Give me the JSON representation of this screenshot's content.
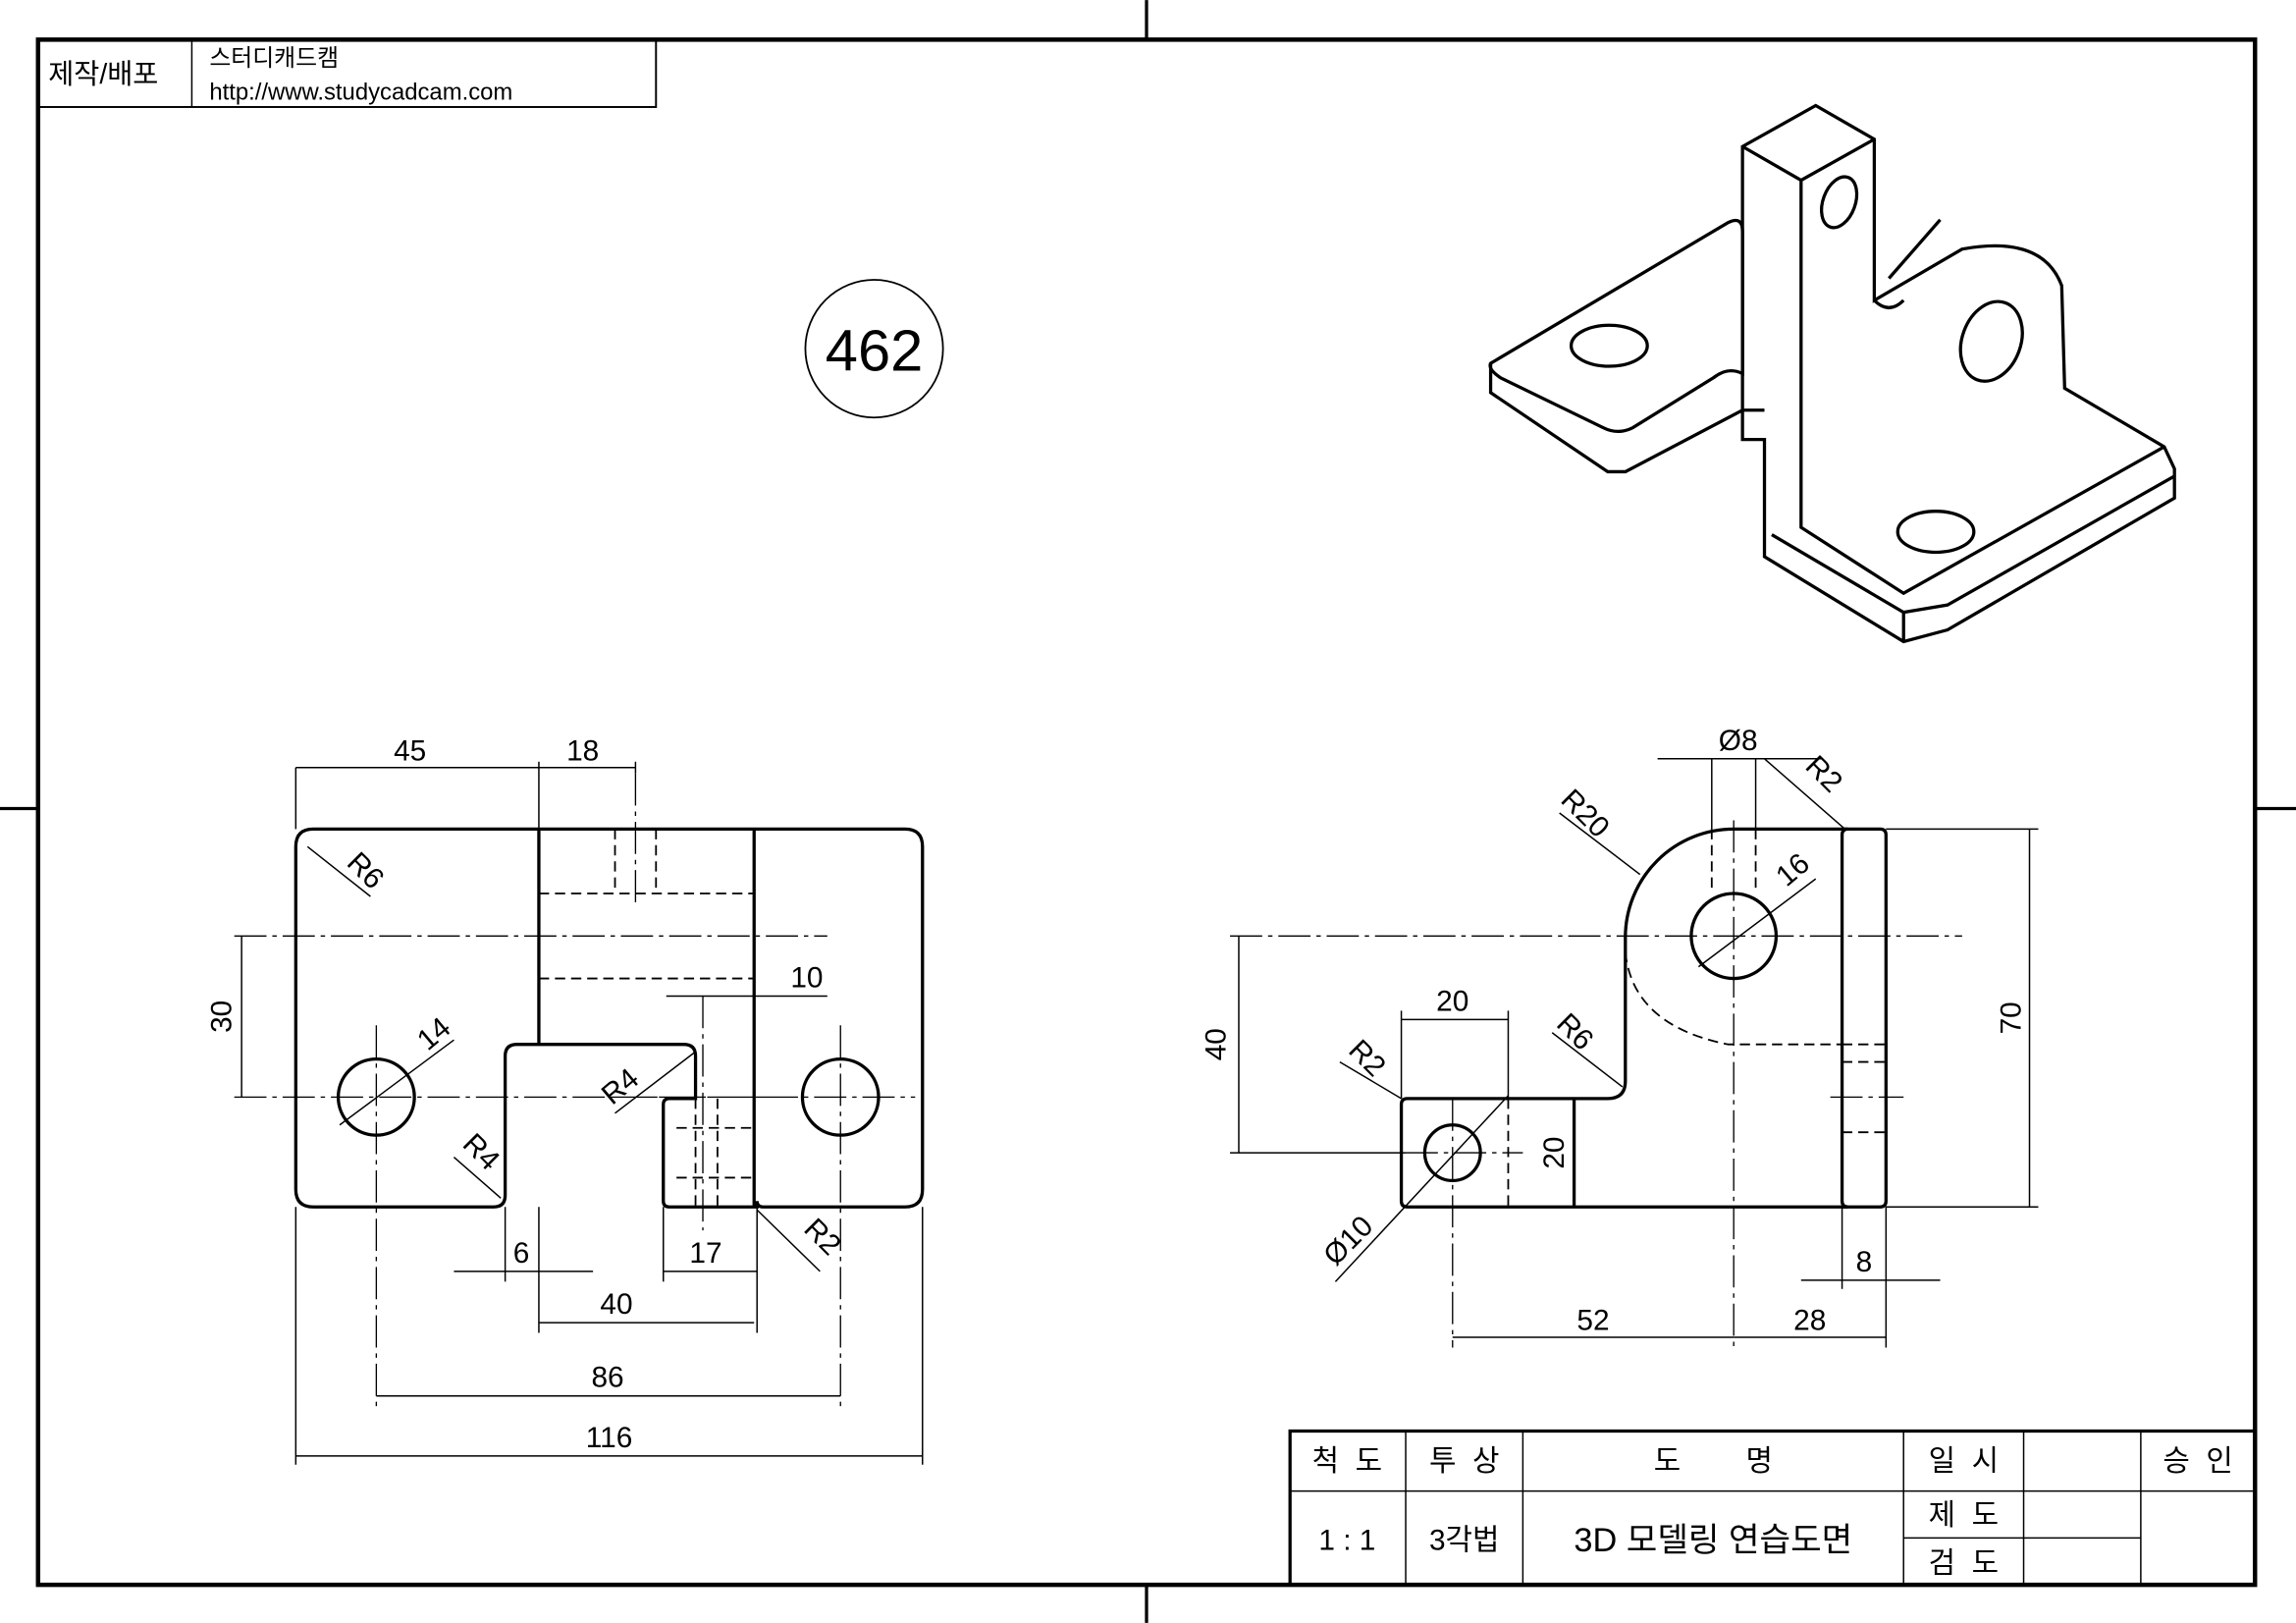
{
  "header": {
    "label": "제작/배포",
    "company": "스터디캐드캠",
    "url": "http://www.studycadcam.com"
  },
  "drawing_number": "462",
  "front_view": {
    "dims": [
      "45",
      "18",
      "30",
      "14",
      "R6",
      "10",
      "R4",
      "R4",
      "6",
      "17",
      "R2",
      "40",
      "86",
      "116"
    ]
  },
  "side_view": {
    "dims": [
      "Ø8",
      "R2",
      "R20",
      "16",
      "40",
      "20",
      "R2",
      "R6",
      "70",
      "20",
      "Ø10",
      "52",
      "28",
      "8"
    ]
  },
  "title_block": {
    "scale_label": "척  도",
    "projection_label": "투  상",
    "name_label": "도        명",
    "date_label": "일  시",
    "approve_label": "승  인",
    "scale": "1 : 1",
    "projection": "3각법",
    "name": "3D 모델링 연습도면",
    "drawn_label": "제  도",
    "checked_label": "검  도"
  }
}
